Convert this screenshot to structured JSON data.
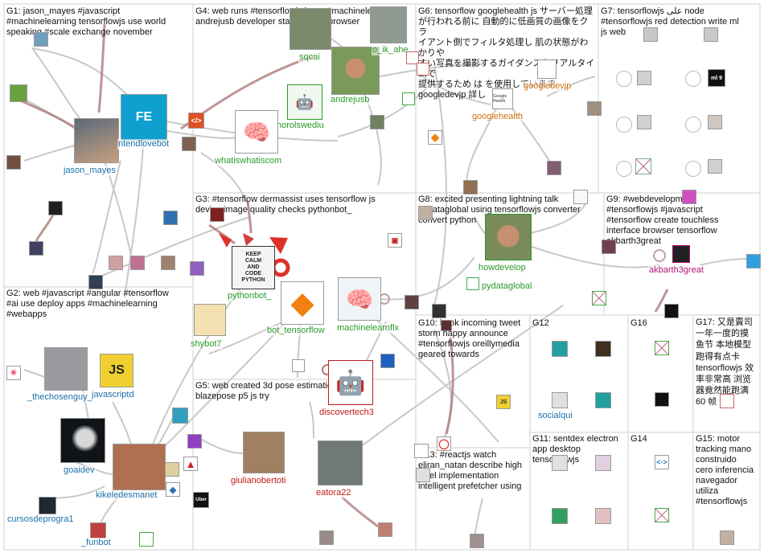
{
  "groups": [
    {
      "id": "G1",
      "text": "G1: jason_mayes #javascript\n#machinelearning tensorflowjs use world\nspeaking #scale exchange november"
    },
    {
      "id": "G2",
      "text": "G2: web #javascript #angular #tensorflow\n#ai use deploy apps #machinelearning\n#webapps"
    },
    {
      "id": "G3",
      "text": "G3: #tensorflow dermassist uses tensorflow js\ndevice image quality checks pythonbot_"
    },
    {
      "id": "G4",
      "text": "G4: web runs #tensorflowjs learn #machinelearning\nandrejusb developer start directly browser"
    },
    {
      "id": "G5",
      "text": "G5: web created 3d pose estimation sample\nblazepose p5 js try"
    },
    {
      "id": "G6",
      "text": "G6: tensorflow googlehealth js サーバー処理\nが行われる前に 自動的に低画質の画像をクラ\nイアント側でフィルタ処理し 肌の状態がわかりや\nすい写真を撮影するガイダンスをリアルタイムで\n提供するため は を使用しています\ngoogledevjp 詳し"
    },
    {
      "id": "G7",
      "text": "G7: tensorflowjs على node\n#tensorflowjs red detection write ml\njs web"
    },
    {
      "id": "G8",
      "text": "G8: excited presenting lightning talk\npydataglobal using tensorflowjs converter\nconvert python"
    },
    {
      "id": "G9",
      "text": "G9: #webdevelopment\n#tensorflowjs #javascript\n#tensorflow create touchless\ninterface browser tensorflow\nakbarth3great"
    },
    {
      "id": "G10",
      "text": "G10: book incoming tweet\nstorm happy announce\n#tensorflowjs oreillymedia\ngeared towards"
    },
    {
      "id": "G11",
      "text": "G11: sentdex electron\napp desktop\ntensorflowjs"
    },
    {
      "id": "G12",
      "text": "G12"
    },
    {
      "id": "G13",
      "text": "G13: #reactjs watch\neliran_natan describe high\nlevel implementation\nintelligent prefetcher using"
    },
    {
      "id": "G14",
      "text": "G14"
    },
    {
      "id": "G15",
      "text": "G15: motor\ntracking mano\nconstruido\ncero inferencia\nnavegador\nutiliza\n#tensorflowjs"
    },
    {
      "id": "G16",
      "text": "G16"
    },
    {
      "id": "G17",
      "text": "G17: 又是賣司\n一年一度的摸\n鱼节 本地模型\n跑得有点卡\ntensorflowjs 效\n率非常高 浏览\n器竟然能跑满\n60 帧"
    }
  ],
  "labels": {
    "jason_mayes": "jason_mayes",
    "ntendlovebot": "ntendlovebot",
    "sqcai": "sqcai",
    "andrejusb": "andrejusb",
    "o_ik_ahe": "o_ik_ahe",
    "horolswediu": "horolswediu",
    "whatiswhatiscom": "whatiswhatiscom",
    "googledevjp": "googledevjp",
    "googlehealth": "googlehealth",
    "pythonbot_": "pythonbot_",
    "bot_tensorflow": "bot_tensorflow",
    "machinelearnflx": "machinelearnflx",
    "shybot7": "shybot7",
    "howdevelop": "howdevelop",
    "pydataglobal": "pydataglobal",
    "akbarth3great": "akbarth3great",
    "thechosenguy": "_thechosenguy_",
    "javascriptd": "javascriptd",
    "goaidev": "goaidev",
    "kikeledesmanet": "kikeledesmanet",
    "cursosdeprogra1": "cursosdeprogra1",
    "funbot": "_funbot",
    "discovertech3": "discovertech3",
    "giulianobertoti": "giulianobertoti",
    "eatora22": "eatora22",
    "socialqui": "socialqui"
  },
  "icons": {
    "fe_logo_text": "FE",
    "js_logo_text": "JS",
    "keep_calm_text": "KEEP\nCALM\nAND\nCODE\nPYTHON",
    "uber_text": "Uber",
    "googlehealth_text": "Google Health",
    "ml_icon_text": "ml 9"
  },
  "colors": {
    "edge_gray": "#c8c8c8",
    "edge_brown": "#b07a7a",
    "edge_red": "#e0302a",
    "label_blue": "#1a6fa8",
    "label_green": "#2a9a2a",
    "label_orange": "#d07010",
    "label_red": "#c01818",
    "label_magenta": "#b0107a",
    "group_border": "#cfcfcf"
  }
}
